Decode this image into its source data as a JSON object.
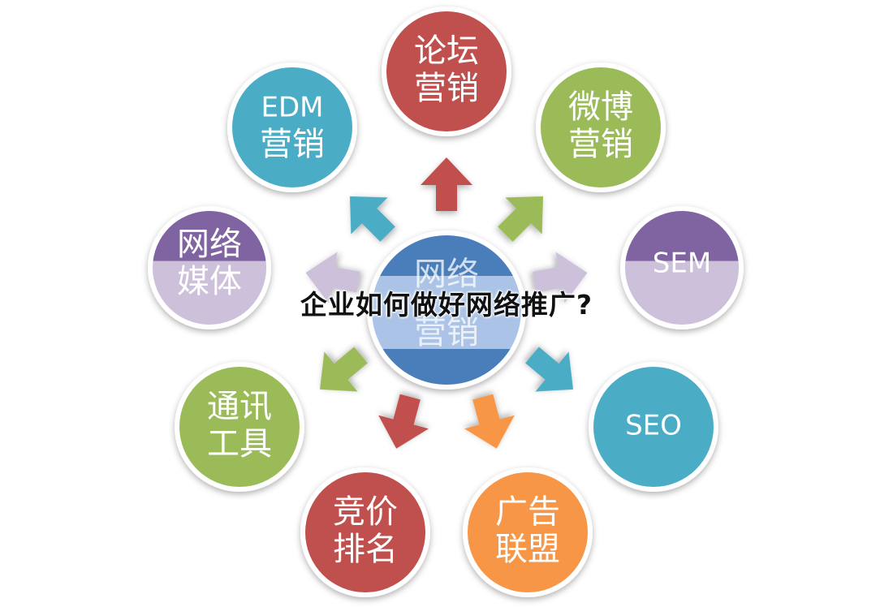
{
  "title": "企业如何做好网络推广?",
  "center": {
    "lines": [
      "网络",
      "营销"
    ],
    "color": "#4a7ebb"
  },
  "nodes": [
    {
      "id": "forum",
      "lines": [
        "论坛",
        "营销"
      ],
      "color": "#c0504d",
      "icon": "arrow-up"
    },
    {
      "id": "weibo",
      "lines": [
        "微博",
        "营销"
      ],
      "color": "#9bbb59",
      "icon": "arrow-up-right"
    },
    {
      "id": "sem",
      "lines": [
        "SEM"
      ],
      "color": "#8064a2",
      "color_light": "#ccc0da",
      "icon": "arrow-right"
    },
    {
      "id": "seo",
      "lines": [
        "SEO"
      ],
      "color": "#4bacc6",
      "icon": "arrow-down-right"
    },
    {
      "id": "ad-alliance",
      "lines": [
        "广告",
        "联盟"
      ],
      "color": "#f79646",
      "icon": "arrow-down"
    },
    {
      "id": "bidding",
      "lines": [
        "竞价",
        "排名"
      ],
      "color": "#c0504d",
      "icon": "arrow-down"
    },
    {
      "id": "im-tools",
      "lines": [
        "通讯",
        "工具"
      ],
      "color": "#9bbb59",
      "icon": "arrow-down-left"
    },
    {
      "id": "media",
      "lines": [
        "网络",
        "媒体"
      ],
      "color": "#8064a2",
      "color_light": "#ccc0da",
      "icon": "arrow-left"
    },
    {
      "id": "edm",
      "lines": [
        "EDM",
        "营销"
      ],
      "color": "#4bacc6",
      "icon": "arrow-up-left"
    }
  ]
}
